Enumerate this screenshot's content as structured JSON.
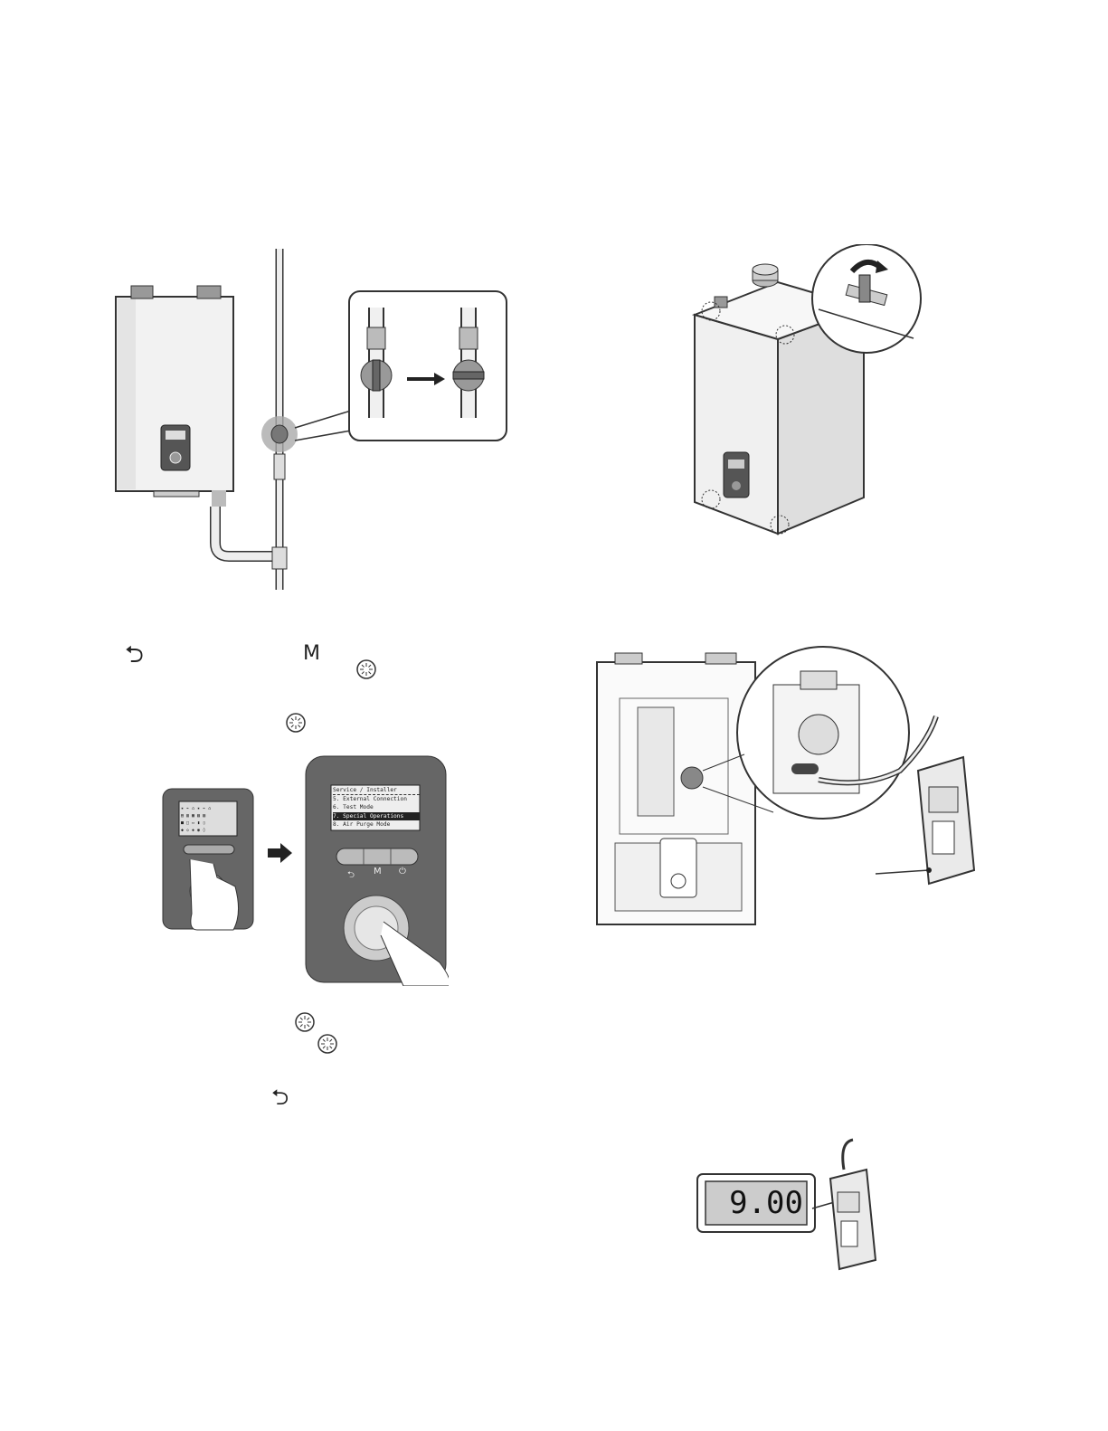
{
  "control_panel_menu": {
    "title": "Service / Installer",
    "items": [
      "5. External Connection",
      "6. Test Mode",
      "7. Special Operations",
      "8. Air Purge Mode"
    ],
    "selected_index": 2,
    "button_labels": [
      "⮌",
      "M",
      "⏻"
    ]
  },
  "small_panel_screen": {
    "rows": [
      "✷ ⌁ ⌂ ✷ ⌁ ⌂",
      "▤ ▥ ▦ ▧ ▨",
      "■ □ ▭ ▮ ▯",
      "◆ ◇ ◈ ◉ ◊"
    ]
  },
  "manometer_display": {
    "value": "9.00"
  },
  "instructions": {
    "back_symbol": "⮌",
    "mode_symbol": "M"
  },
  "colors": {
    "line": "#333333",
    "panel_dark": "#555555",
    "highlight": "#9a9a9a"
  },
  "icons": [
    "back-arrow-icon",
    "mode-button-icon",
    "dial-press-icon",
    "arrow-right-icon",
    "gas-valve-icon",
    "manometer-icon",
    "vent-latch-icon"
  ]
}
